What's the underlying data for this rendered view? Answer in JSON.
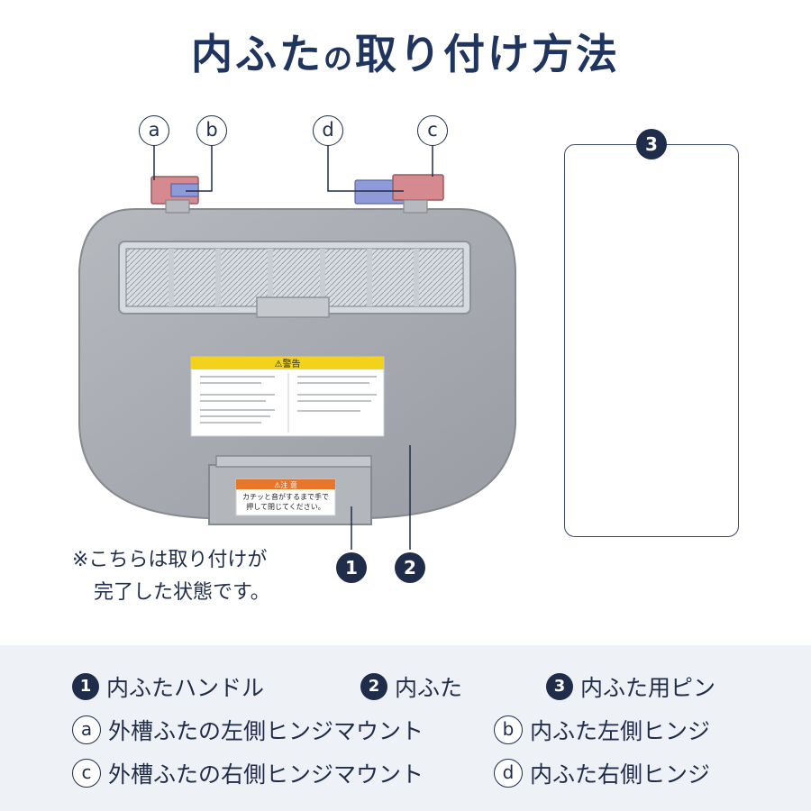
{
  "title": {
    "main1": "内ふた",
    "small": "の",
    "main2": "取り付け方法"
  },
  "callouts": {
    "a": "a",
    "b": "b",
    "c": "c",
    "d": "d",
    "n1": "1",
    "n2": "2",
    "n3": "3"
  },
  "warning_label": {
    "heading": "⚠警告",
    "caution_heading": "⚠注 意",
    "caution_text_1": "カチッと音がするまで手で",
    "caution_text_2": "押して閉じてください。"
  },
  "note": {
    "line1": "※こちらは取り付けが",
    "line2": "完了した状態です。"
  },
  "legend": {
    "item1": "内ふたハンドル",
    "item2": "内ふた",
    "item3": "内ふた用ピン",
    "item_a": "外槽ふたの左側ヒンジマウント",
    "item_b": "内ふた左側ヒンジ",
    "item_c": "外槽ふたの右側ヒンジマウント",
    "item_d": "内ふた右側ヒンジ"
  },
  "colors": {
    "navy": "#1f2d4a",
    "lid_gray": "#a9adb3",
    "hinge_pink": "#d48a8f",
    "hinge_blue": "#8f9ad8",
    "legend_bg": "#eef1f6",
    "warning_yellow": "#f3d21e",
    "caution_orange": "#e5762a"
  }
}
